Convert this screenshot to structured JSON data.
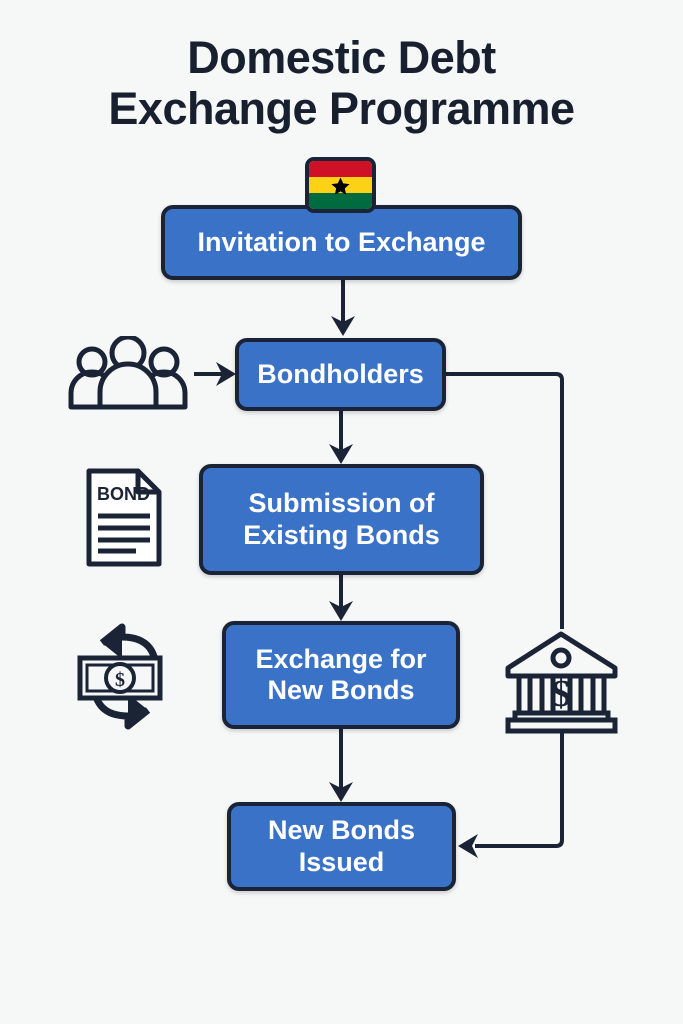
{
  "page": {
    "title_line1": "Domestic Debt",
    "title_line2": "Exchange Programme",
    "title_full": "Domestic Debt\nExchange Programme",
    "background_color": "#f6f7f7",
    "accent_color": "#3a72c8",
    "outline_color": "#1b2436",
    "text_on_accent": "#ffffff"
  },
  "flowchart": {
    "type": "flowchart",
    "orientation": "vertical",
    "nodes": [
      {
        "id": "invitation",
        "label": "Invitation to Exchange",
        "shape": "rounded-rect",
        "fill": "#3a72c8",
        "order": 1
      },
      {
        "id": "bondholders",
        "label": "Bondholders",
        "shape": "rounded-rect",
        "fill": "#3a72c8",
        "order": 2
      },
      {
        "id": "submission",
        "label": "Submission of\nExisting Bonds",
        "shape": "rounded-rect",
        "fill": "#3a72c8",
        "order": 3
      },
      {
        "id": "exchange",
        "label": "Exchange for\nNew Bonds",
        "shape": "rounded-rect",
        "fill": "#3a72c8",
        "order": 4
      },
      {
        "id": "issued",
        "label": "New Bonds\nIssued",
        "shape": "rounded-rect",
        "fill": "#3a72c8",
        "order": 5
      }
    ],
    "edges": [
      {
        "from": "invitation",
        "to": "bondholders",
        "style": "arrow-down"
      },
      {
        "from": "people-icon",
        "to": "bondholders",
        "style": "arrow-right"
      },
      {
        "from": "bondholders",
        "to": "submission",
        "style": "arrow-down"
      },
      {
        "from": "submission",
        "to": "exchange",
        "style": "arrow-down"
      },
      {
        "from": "exchange",
        "to": "issued",
        "style": "arrow-down"
      },
      {
        "from": "bondholders",
        "to": "issued",
        "style": "elbow-right-down-left",
        "passes_through": "bank-icon"
      }
    ],
    "icons": [
      {
        "id": "flag",
        "name": "ghana-flag-icon",
        "attached_to": "invitation",
        "colors": [
          "#ce1126",
          "#fcd116",
          "#006b3f",
          "#000000"
        ]
      },
      {
        "id": "people",
        "name": "group-of-people-icon",
        "attached_to": "bondholders"
      },
      {
        "id": "bond",
        "name": "bond-document-icon",
        "attached_to": "submission",
        "label": "BOND"
      },
      {
        "id": "money",
        "name": "money-exchange-icon",
        "attached_to": "exchange"
      },
      {
        "id": "bank",
        "name": "bank-building-icon",
        "attached_to": "issued"
      }
    ]
  }
}
